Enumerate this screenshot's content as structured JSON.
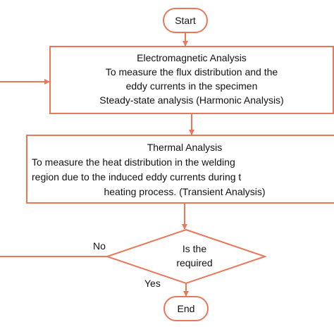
{
  "nodes": {
    "start": {
      "label": "Start"
    },
    "electromagnetic": {
      "lines": [
        "Electromagnetic Analysis",
        "To measure the flux distribution and the",
        "eddy currents in the specimen",
        "Steady-state analysis (Harmonic Analysis)"
      ]
    },
    "thermal": {
      "lines": [
        "Thermal Analysis",
        "To measure the heat distribution in the welding",
        "region due to the induced eddy currents during t",
        "heating process. (Transient Analysis)"
      ]
    },
    "decision": {
      "lines": [
        "Is the",
        "required"
      ]
    },
    "end": {
      "label": "End"
    }
  },
  "edges": {
    "no_label": "No",
    "yes_label": "Yes"
  },
  "colors": {
    "stroke": "#e8785a",
    "fill": "#ffffff",
    "text": "#111111"
  }
}
